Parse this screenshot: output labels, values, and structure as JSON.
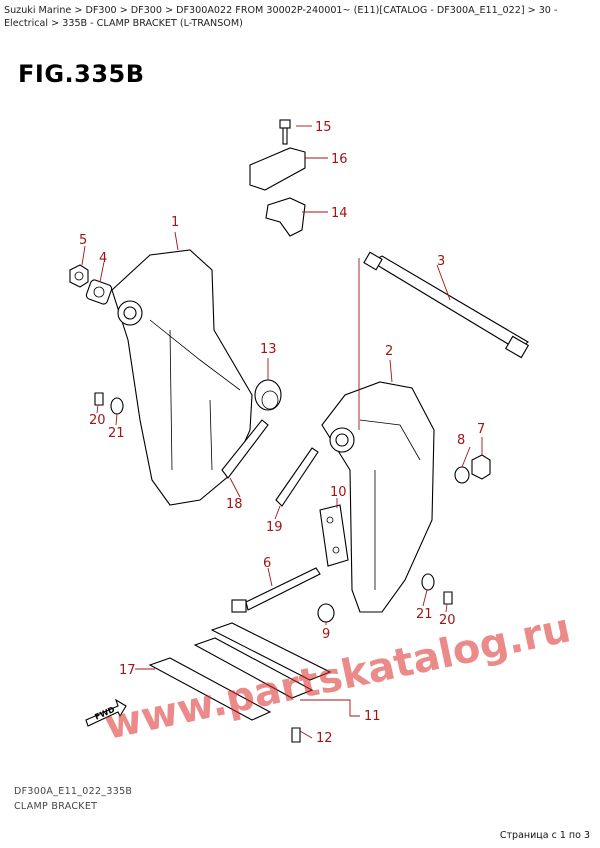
{
  "breadcrumb": "Suzuki Marine > DF300 > DF300 > DF300A022 FROM 30002P-240001~ (E11)[CATALOG - DF300A_E11_022] > 30 - Electrical > 335B - CLAMP BRACKET (L-TRANSOM)",
  "figure_title": "FIG.335B",
  "watermark": "www.partskatalog.ru",
  "fwd_label": "FWD",
  "callouts": [
    "1",
    "2",
    "3",
    "4",
    "5",
    "6",
    "7",
    "8",
    "9",
    "10",
    "11",
    "12",
    "14",
    "15",
    "16",
    "17",
    "18",
    "19",
    "20",
    "21",
    "20",
    "21",
    "13"
  ],
  "drawing_code": "DF300A_E11_022_335B",
  "caption": "CLAMP BRACKET",
  "pager": "Страница с 1 по 3"
}
